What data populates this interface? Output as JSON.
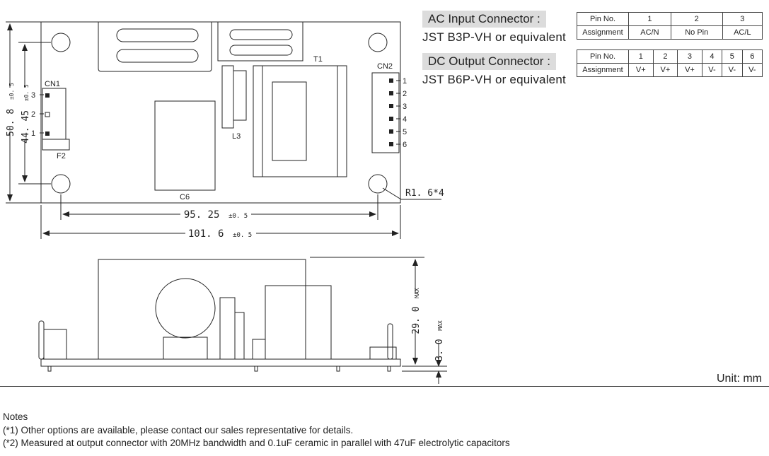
{
  "top_view": {
    "cn1_label": "CN1",
    "cn1_pins": [
      "3",
      "2",
      "1"
    ],
    "f2_label": "F2",
    "c6_label": "C6",
    "l3_label": "L3",
    "t1_label": "T1",
    "cn2_label": "CN2",
    "cn2_pins": [
      "1",
      "2",
      "3",
      "4",
      "5",
      "6"
    ],
    "radius_label": "R1. 6*4",
    "dim_height_outer": "50. 8",
    "dim_height_outer_tol": "±0. 5",
    "dim_height_inner": "44. 45",
    "dim_height_inner_tol": "±0. 5",
    "dim_width_inner": "95. 25",
    "dim_width_inner_tol": "±0. 5",
    "dim_width_outer": "101. 6",
    "dim_width_outer_tol": "±0. 5"
  },
  "side_view": {
    "dim_height": "29. 0",
    "dim_height_suffix": "MAX",
    "dim_standoff": "3. 0",
    "dim_standoff_suffix": "MAX"
  },
  "ac_connector": {
    "title": "AC Input Connector :",
    "subtitle": "JST B3P-VH or equivalent",
    "table_header": "Pin No.",
    "table_row_label": "Assignment",
    "pins": [
      "1",
      "2",
      "3"
    ],
    "assignments": [
      "AC/N",
      "No Pin",
      "AC/L"
    ]
  },
  "dc_connector": {
    "title": "DC Output Connector :",
    "subtitle": "JST B6P-VH or equivalent",
    "table_header": "Pin No.",
    "table_row_label": "Assignment",
    "pins": [
      "1",
      "2",
      "3",
      "4",
      "5",
      "6"
    ],
    "assignments": [
      "V+",
      "V+",
      "V+",
      "V-",
      "V-",
      "V-"
    ]
  },
  "unit": "Unit: mm",
  "notes": {
    "title": "Notes",
    "items": [
      "(*1) Other options are available, please contact our sales representative for details.",
      "(*2) Measured at output connector with 20MHz bandwidth and 0.1uF ceramic in parallel with 47uF electrolytic capacitors"
    ]
  }
}
